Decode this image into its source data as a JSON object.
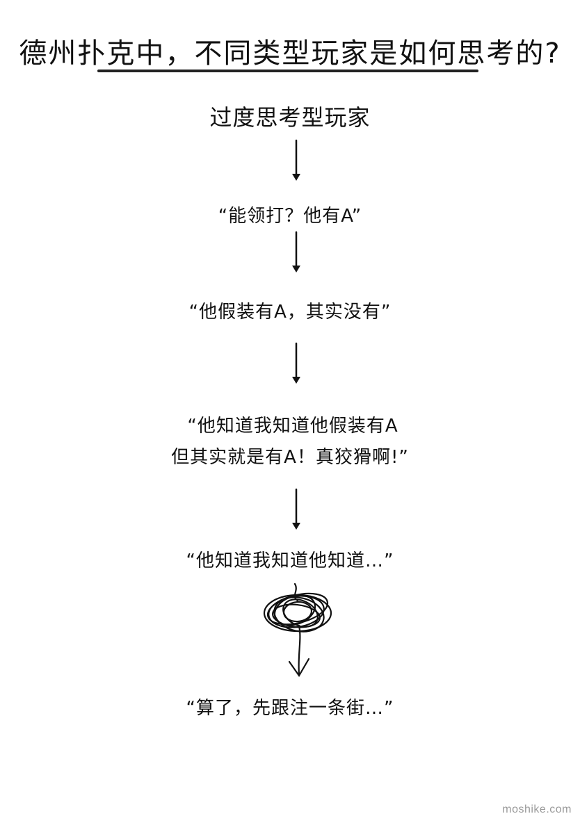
{
  "title": "德州扑克中，不同类型玩家是如何思考的?",
  "flow": {
    "steps": [
      "过度思考型玩家",
      "“能领打？他有A”",
      "“他假装有A，其实没有”",
      "“他知道我知道他假装有A",
      "但其实就是有A！真狡猾啊!”",
      "“他知道我知道他知道…”",
      "“算了，先跟注一条街…”"
    ]
  },
  "watermark": "moshike.com",
  "colors": {
    "ink": "#111111",
    "background": "#ffffff",
    "watermark": "#9a9a9a"
  }
}
